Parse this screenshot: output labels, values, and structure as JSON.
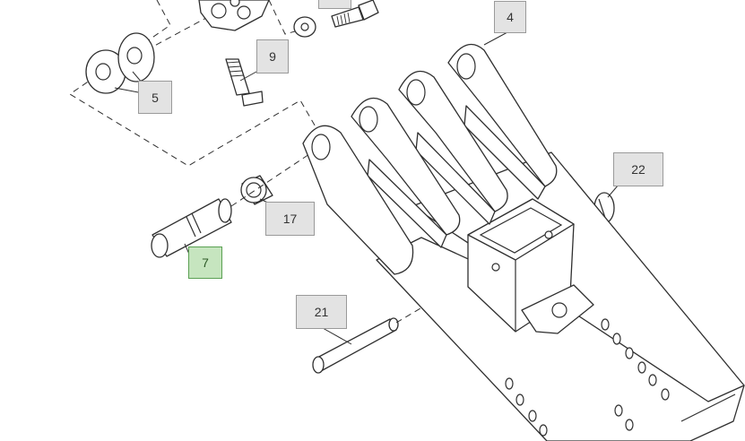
{
  "diagram": {
    "callouts": [
      {
        "id": "4",
        "label": "4",
        "selected": false
      },
      {
        "id": "5",
        "label": "5",
        "selected": false
      },
      {
        "id": "7",
        "label": "7",
        "selected": true
      },
      {
        "id": "9",
        "label": "9",
        "selected": false
      },
      {
        "id": "17",
        "label": "17",
        "selected": false
      },
      {
        "id": "21",
        "label": "21",
        "selected": false
      },
      {
        "id": "22",
        "label": "22",
        "selected": false
      }
    ],
    "colors": {
      "callout_fill": "#e3e3e3",
      "callout_border": "#9a9a9a",
      "selected_fill": "#c6e5bf",
      "selected_border": "#5aa052",
      "line": "#2f2f2f"
    }
  }
}
